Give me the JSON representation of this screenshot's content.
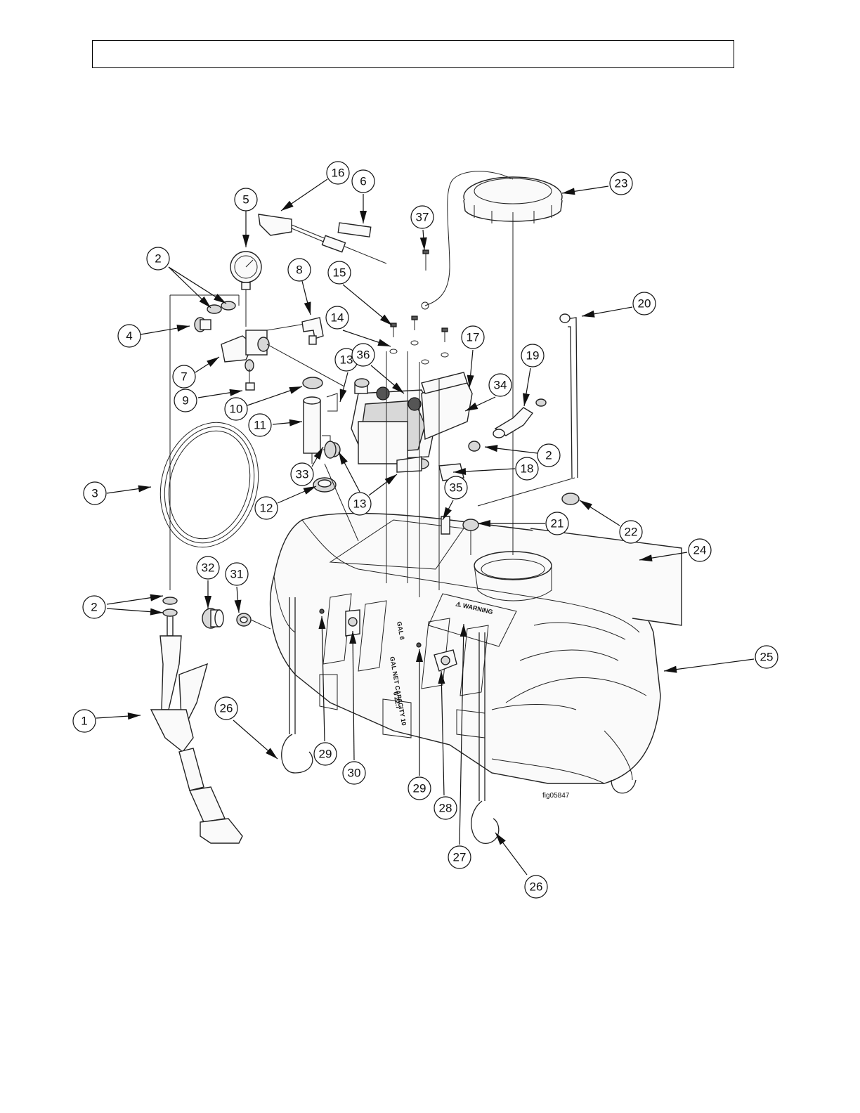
{
  "page": {
    "figure_id": "fig05847"
  },
  "tank": {
    "warning_label": "⚠ WARNING"
  },
  "callouts": [
    {
      "n": "1"
    },
    {
      "n": "2"
    },
    {
      "n": "2"
    },
    {
      "n": "2"
    },
    {
      "n": "3"
    },
    {
      "n": "4"
    },
    {
      "n": "5"
    },
    {
      "n": "6"
    },
    {
      "n": "7"
    },
    {
      "n": "8"
    },
    {
      "n": "9"
    },
    {
      "n": "10"
    },
    {
      "n": "11"
    },
    {
      "n": "12"
    },
    {
      "n": "13"
    },
    {
      "n": "13"
    },
    {
      "n": "14"
    },
    {
      "n": "15"
    },
    {
      "n": "16"
    },
    {
      "n": "17"
    },
    {
      "n": "18"
    },
    {
      "n": "19"
    },
    {
      "n": "20"
    },
    {
      "n": "21"
    },
    {
      "n": "22"
    },
    {
      "n": "23"
    },
    {
      "n": "24"
    },
    {
      "n": "25"
    },
    {
      "n": "26"
    },
    {
      "n": "26"
    },
    {
      "n": "27"
    },
    {
      "n": "28"
    },
    {
      "n": "29"
    },
    {
      "n": "29"
    },
    {
      "n": "30"
    },
    {
      "n": "31"
    },
    {
      "n": "32"
    },
    {
      "n": "33"
    },
    {
      "n": "34"
    },
    {
      "n": "35"
    },
    {
      "n": "36"
    },
    {
      "n": "37"
    }
  ]
}
